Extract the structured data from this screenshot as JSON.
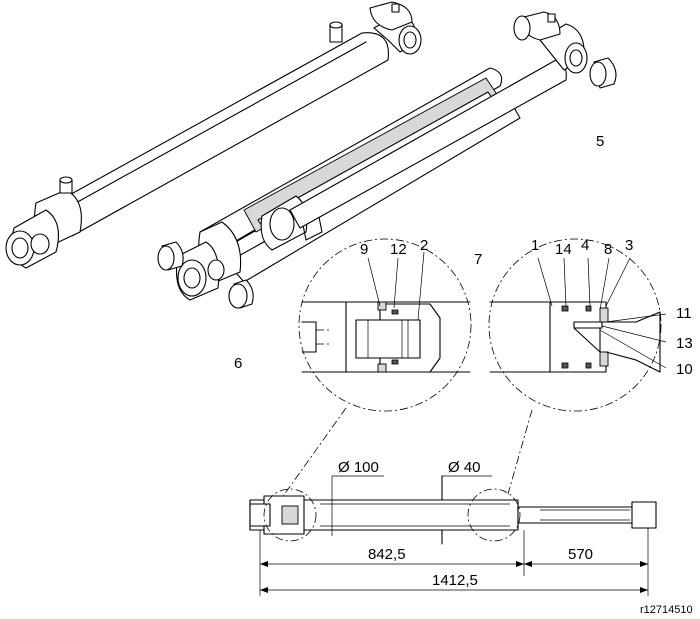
{
  "callouts": {
    "c1": "1",
    "c2": "2",
    "c3": "3",
    "c4": "4",
    "c5": "5",
    "c6": "6",
    "c7": "7",
    "c8": "8",
    "c9": "9",
    "c10": "10",
    "c11": "11",
    "c12": "12",
    "c13": "13",
    "c14": "14"
  },
  "dimensions": {
    "bore": "Ø 100",
    "rod": "Ø 40",
    "body_length": "842,5",
    "stroke_length": "570",
    "total_length": "1412,5"
  },
  "reference": "r12714510"
}
